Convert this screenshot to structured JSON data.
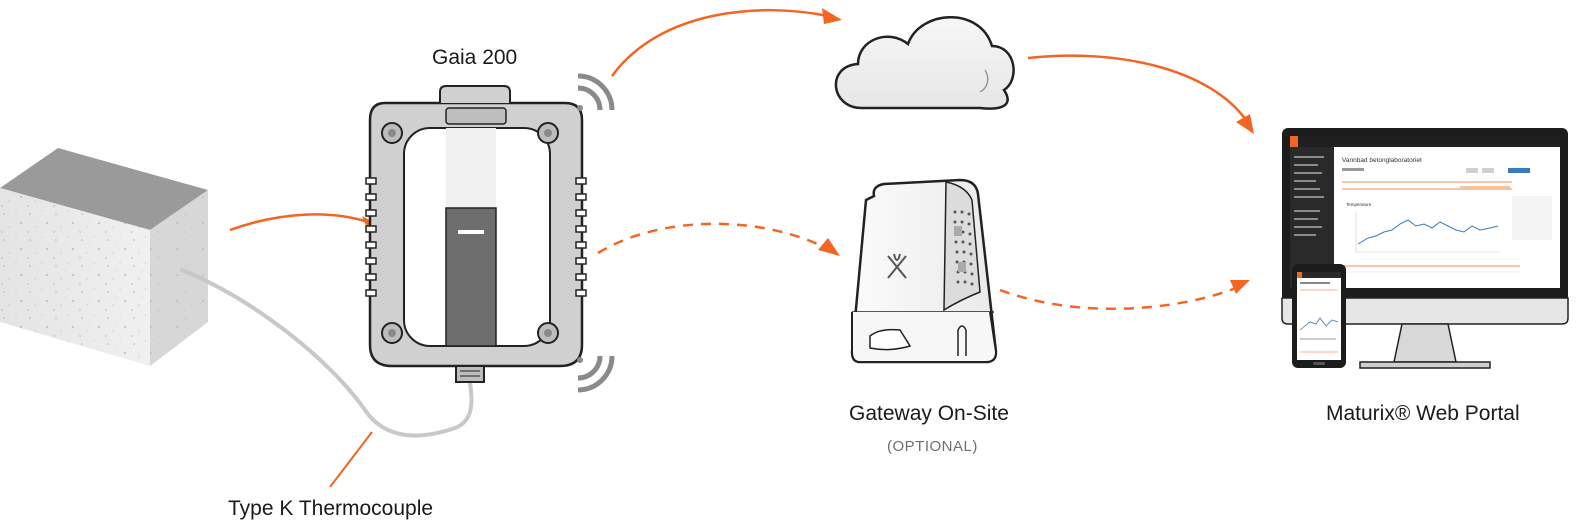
{
  "labels": {
    "device": "Gaia 200",
    "sensor": "Type K Thermocouple",
    "gateway": "Gateway On-Site",
    "gateway_note": "(OPTIONAL)",
    "portal": "Maturix® Web Portal"
  },
  "portal_screen": {
    "project_title": "Vannbad betonglaboratoriet",
    "chart_heading": "Temperature"
  },
  "colors": {
    "accent": "#f26522",
    "cable": "#c8c8c8",
    "outline": "#222222",
    "device_body": "#d0d0d0",
    "device_center": "#6e6e6e",
    "signal": "#8a8a8a",
    "chart_line": "#3a7bbf"
  },
  "icons": [
    "concrete-block",
    "gaia-200-device",
    "wireless-signal-icon",
    "cloud-icon",
    "gateway-device",
    "monitor-icon",
    "phone-icon"
  ]
}
